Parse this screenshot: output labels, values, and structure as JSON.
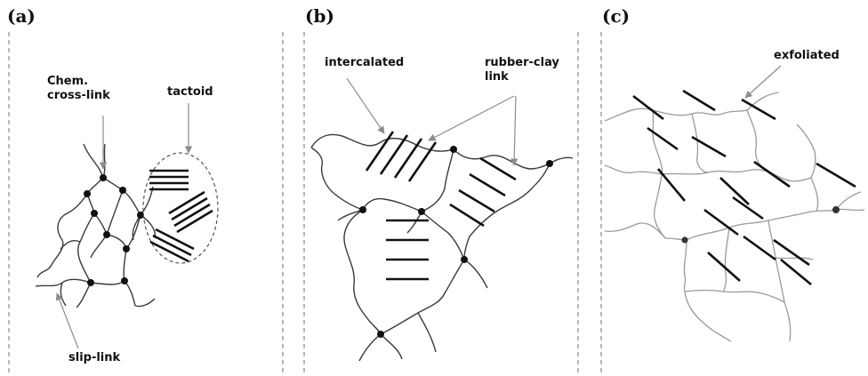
{
  "panels": [
    {
      "id": "a",
      "label": "(a)"
    },
    {
      "id": "b",
      "label": "(b)"
    },
    {
      "id": "c",
      "label": "(c)"
    }
  ],
  "annotations": {
    "chem_crosslink": "Chem.\ncross-link",
    "tactoid": "tactoid",
    "slip_link": "slip-link",
    "intercalated": "intercalated",
    "rubber_clay_link": "rubber-clay\nlink",
    "exfoliated": "exfoliated"
  },
  "colors": {
    "chain_dark": "#3a3a3a",
    "chain_light": "#9a9a9a",
    "clay": "#111111",
    "arrow": "#8c8c8c",
    "divider": "#888888"
  }
}
